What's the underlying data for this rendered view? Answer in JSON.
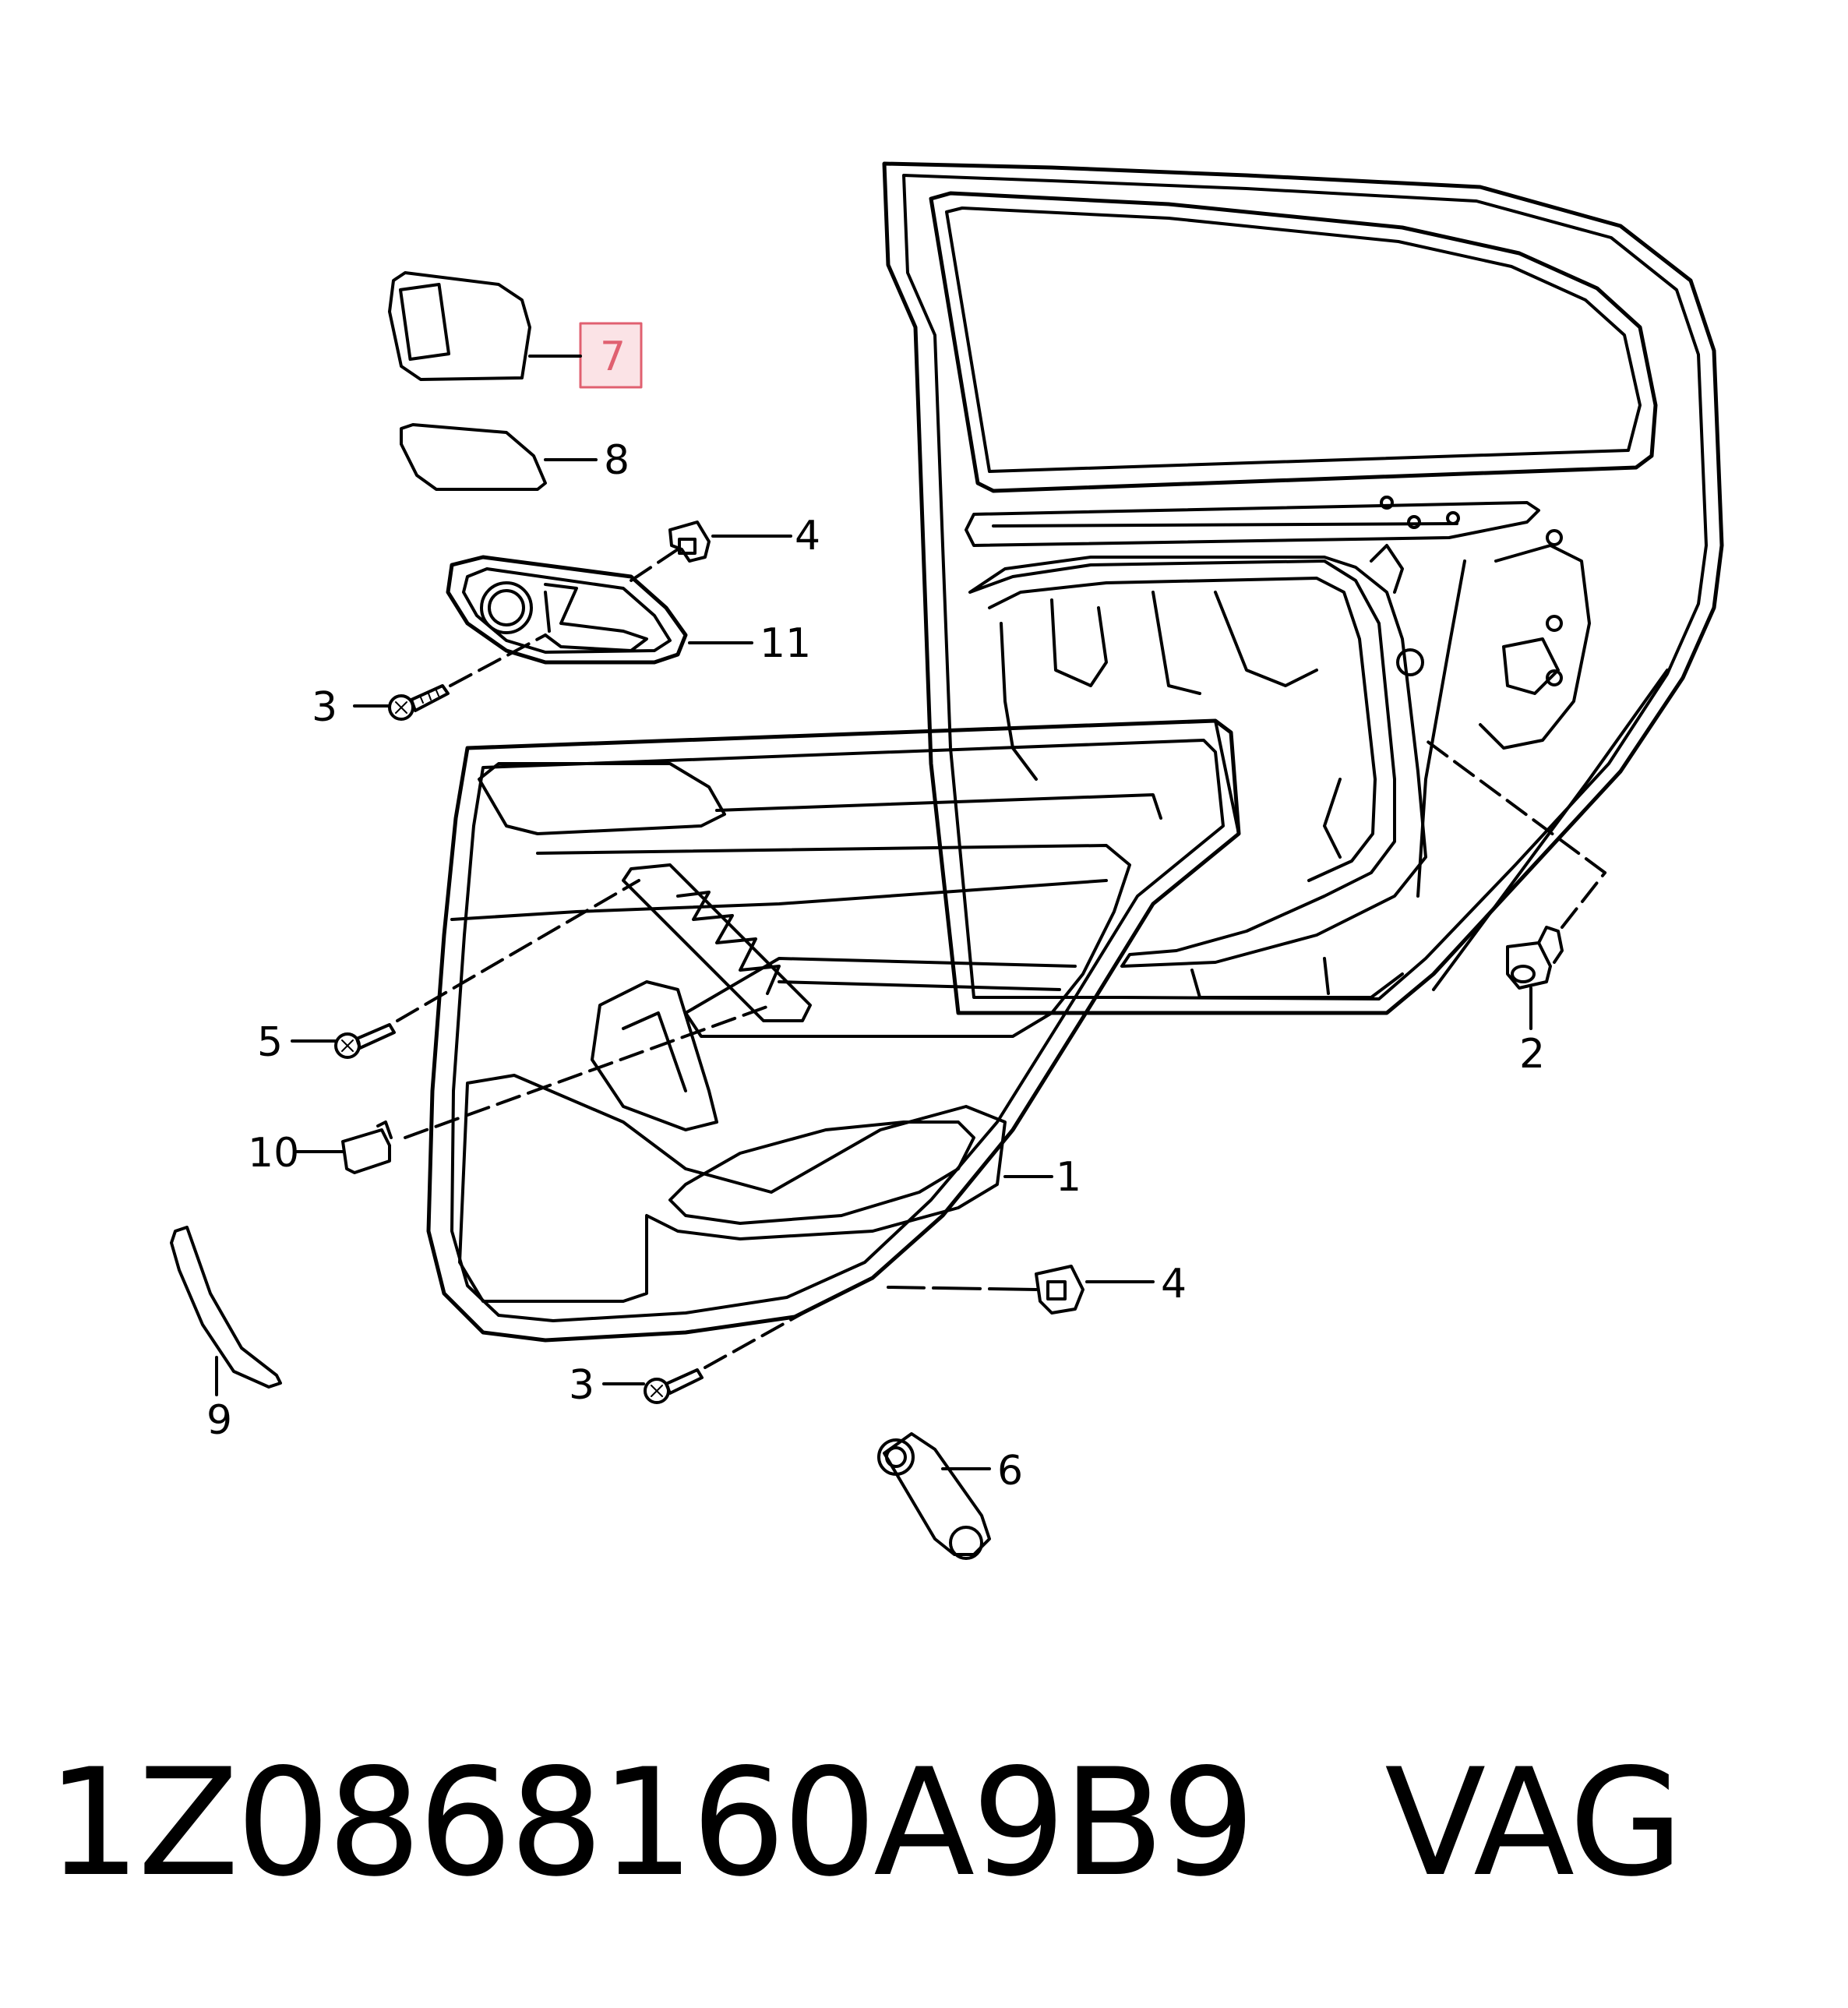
{
  "callouts": {
    "c1": "1",
    "c2": "2",
    "c3a": "3",
    "c3b": "3",
    "c4a": "4",
    "c4b": "4",
    "c5": "5",
    "c6": "6",
    "c7": "7",
    "c8": "8",
    "c9": "9",
    "c10": "10",
    "c11": "11"
  },
  "footer": {
    "part_number": "1Z0868160A9B9",
    "brand": "VAG"
  },
  "colors": {
    "highlight": "#e06070",
    "highlight_fill": "#fbe3e6",
    "line": "#000000"
  }
}
